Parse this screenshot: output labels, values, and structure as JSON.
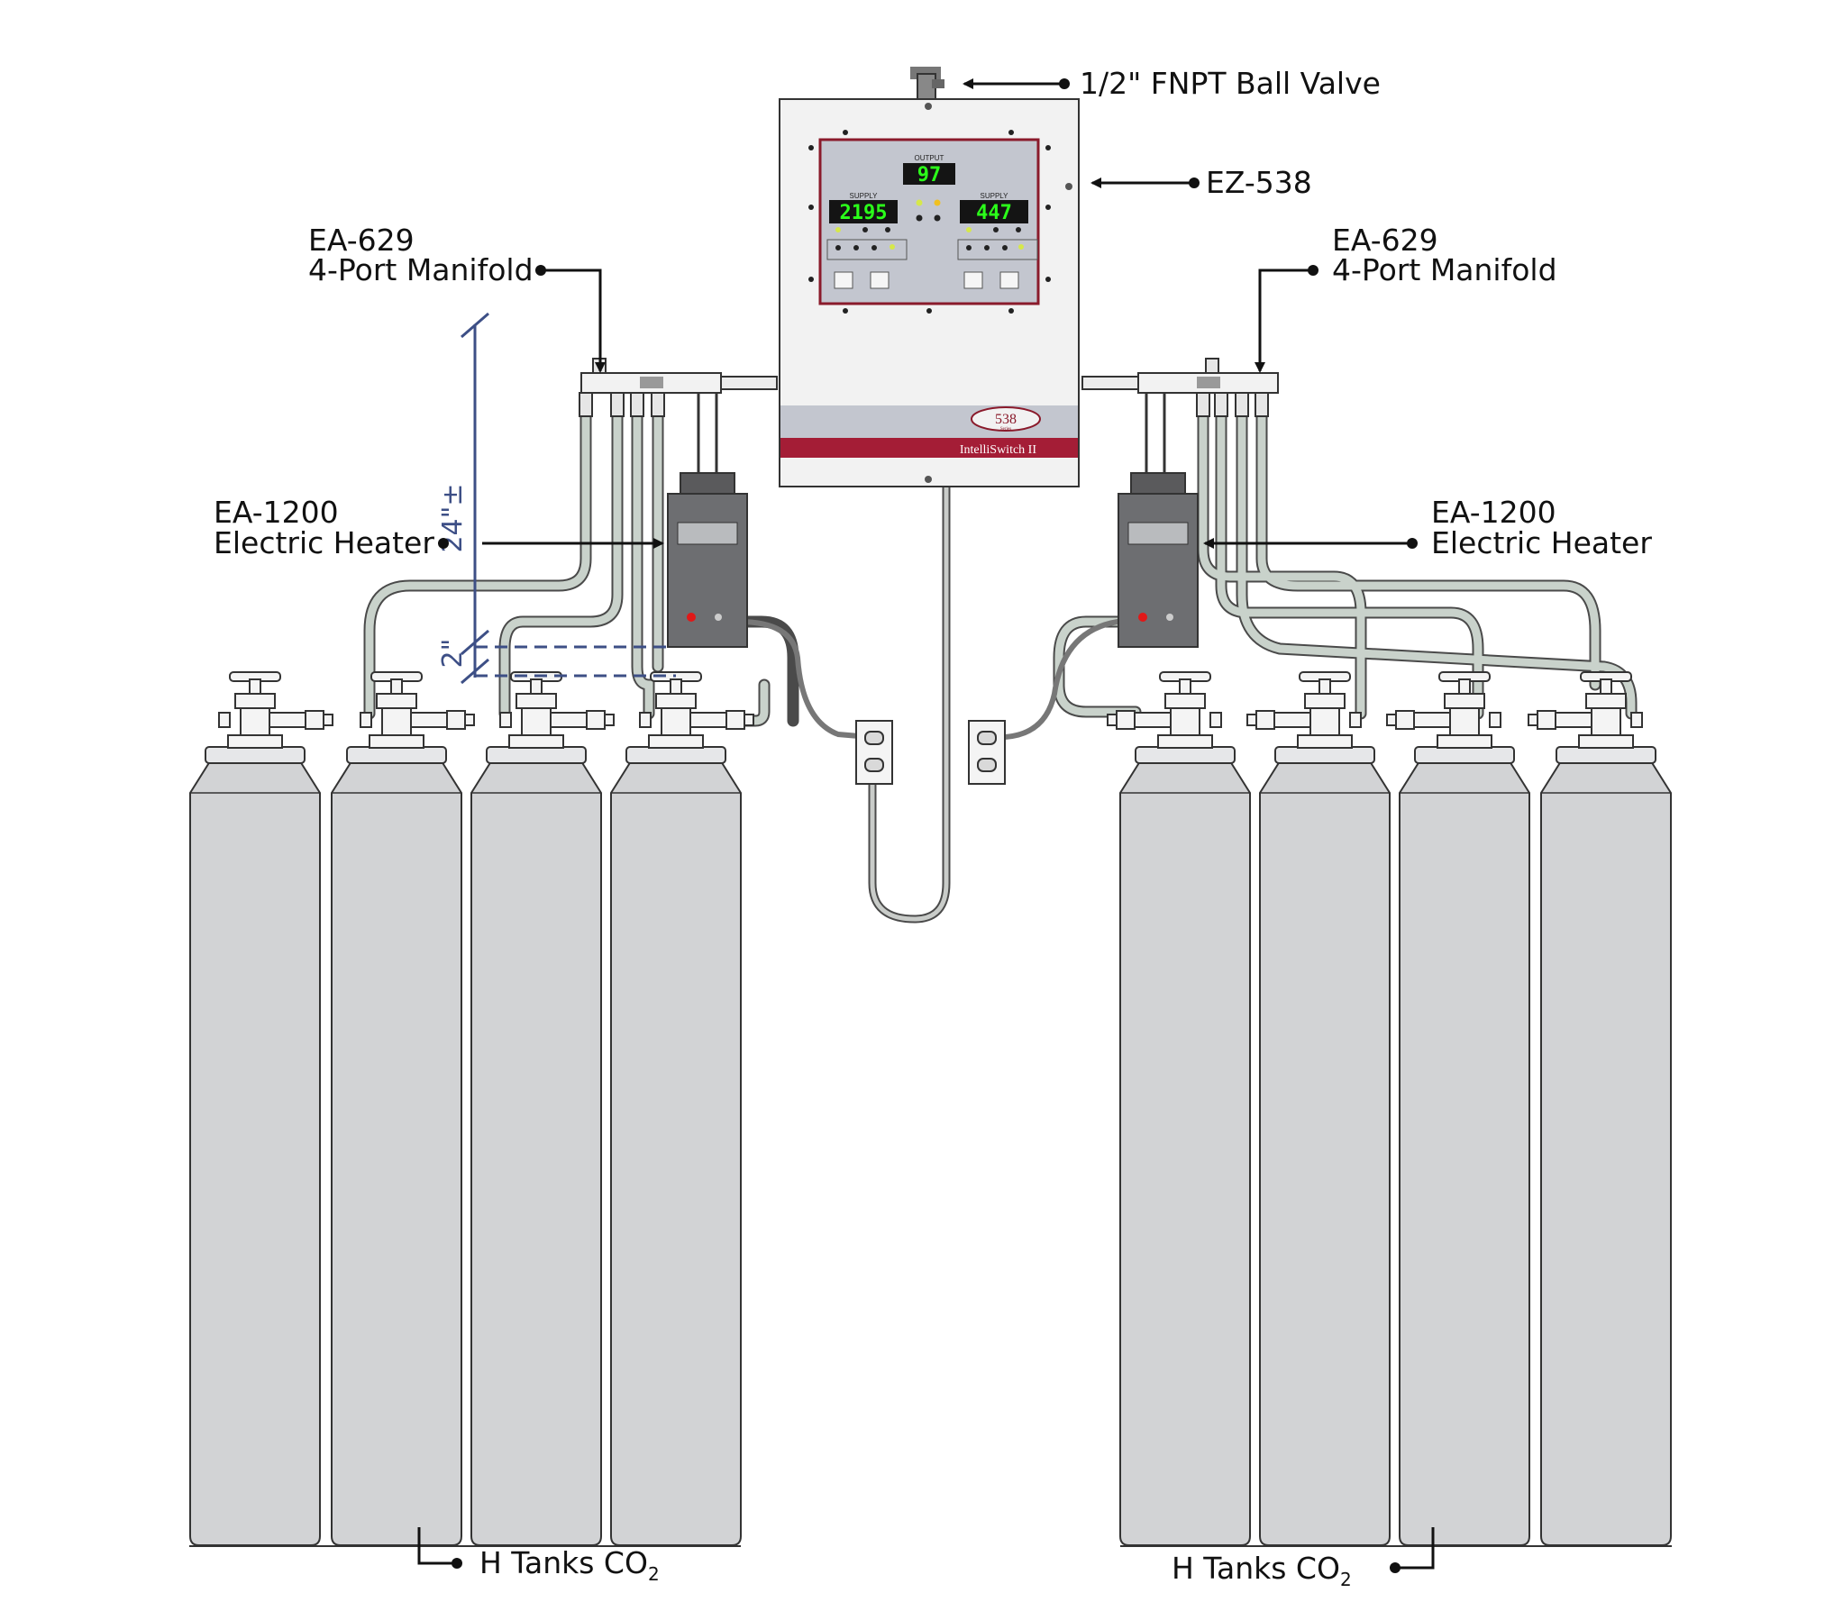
{
  "labels": {
    "ball_valve": "1/2\" FNPT Ball Valve",
    "controller": "EZ-538",
    "manifold_left_line1": "EA-629",
    "manifold_left_line2": "4-Port Manifold",
    "manifold_right_line1": "EA-629",
    "manifold_right_line2": "4-Port Manifold",
    "heater_left_line1": "EA-1200",
    "heater_left_line2": "Electric Heater",
    "heater_right_line1": "EA-1200",
    "heater_right_line2": "Electric Heater",
    "tanks_left": "H Tanks CO",
    "tanks_right": "H Tanks CO",
    "tanks_subscript": "2"
  },
  "dimensions": {
    "height_main": "24\"±",
    "height_small": "2\""
  },
  "controller_panel": {
    "output_label": "OUTPUT",
    "output_value": "97",
    "supply_left_label": "SUPPLY",
    "supply_left_value": "2195",
    "supply_right_label": "SUPPLY",
    "supply_right_value": "447",
    "series_number": "538",
    "series_word": "Series",
    "brand": "IntelliSwitch II"
  },
  "colors": {
    "cylinder": "#d2d3d5",
    "tubing": "#c9d2cb",
    "panel": "#f2f2f2",
    "stripe": "#a41d36",
    "dimension_line": "#3d4f86"
  }
}
